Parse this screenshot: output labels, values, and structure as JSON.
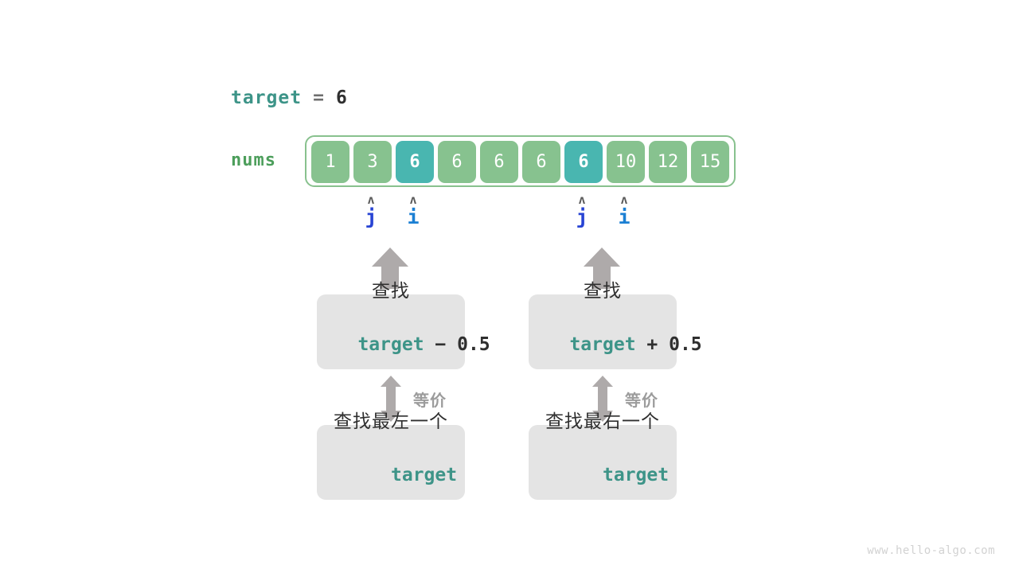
{
  "diagram": {
    "title_target_label": "target",
    "title_equals": "=",
    "title_value": "6",
    "nums_label": "nums",
    "watermark": "www.hello-algo.com",
    "colors": {
      "cell_normal": "#87c28f",
      "cell_highlight": "#49b6b0",
      "container_border": "#88c18e",
      "target_teal": "#3d9488",
      "nums_green": "#4c9e5b",
      "pointer_j": "#2844d4",
      "pointer_i": "#1b7fd3",
      "box_background": "#e4e4e4",
      "arrow_gray": "#aeaaaa",
      "watermark_gray": "#d2d2d2"
    }
  },
  "array": {
    "values": [
      "1",
      "3",
      "6",
      "6",
      "6",
      "6",
      "6",
      "10",
      "12",
      "15"
    ],
    "highlighted_indices": [
      2,
      6
    ]
  },
  "pointers": [
    {
      "caret": "ʌ",
      "name": "j",
      "kind": "j",
      "index": 1,
      "group": "left"
    },
    {
      "caret": "ʌ",
      "name": "i",
      "kind": "i",
      "index": 2,
      "group": "left"
    },
    {
      "caret": "ʌ",
      "name": "j",
      "kind": "j",
      "index": 6,
      "group": "right"
    },
    {
      "caret": "ʌ",
      "name": "i",
      "kind": "i",
      "index": 7,
      "group": "right"
    }
  ],
  "branches": [
    {
      "id": "left",
      "top_box": {
        "line1": "查找",
        "target": "target",
        "operator": " − ",
        "operand": "0.5"
      },
      "equivalence_label": "等价",
      "bottom_box": {
        "line1": "查找最左一个",
        "target": "target"
      }
    },
    {
      "id": "right",
      "top_box": {
        "line1": "查找",
        "target": "target",
        "operator": " + ",
        "operand": "0.5"
      },
      "equivalence_label": "等价",
      "bottom_box": {
        "line1": "查找最右一个",
        "target": "target"
      }
    }
  ]
}
